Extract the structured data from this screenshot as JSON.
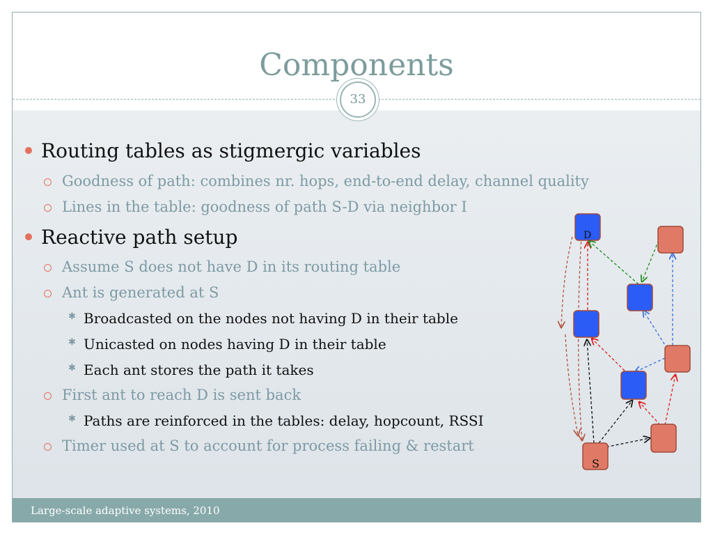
{
  "slide": {
    "title": "Components",
    "number": "33",
    "footer": "Large-scale adaptive systems, 2010"
  },
  "bullets": [
    {
      "level": 1,
      "text": "Routing tables as stigmergic variables"
    },
    {
      "level": 2,
      "text": "Goodness of path: combines nr. hops, end-to-end delay, channel quality"
    },
    {
      "level": 2,
      "text": "Lines in the table: goodness of path S-D via neighbor I"
    },
    {
      "level": 1,
      "text": "Reactive path setup"
    },
    {
      "level": 2,
      "text": "Assume S does not have D in its routing table"
    },
    {
      "level": 2,
      "text": "Ant is generated at S"
    },
    {
      "level": 3,
      "text": "Broadcasted on the nodes not having D in their table"
    },
    {
      "level": 3,
      "text": "Unicasted on nodes having D in their table"
    },
    {
      "level": 3,
      "text": "Each ant stores the path it takes"
    },
    {
      "level": 2,
      "text": "First ant to reach D is sent back"
    },
    {
      "level": 3,
      "text": "Paths are reinforced in the tables: delay, hopcount, RSSI"
    },
    {
      "level": 2,
      "text": "Timer used at S to account for process failing & restart"
    }
  ],
  "diagram": {
    "node_labels": {
      "destination": "D",
      "source": "S"
    },
    "colors": {
      "blue_node": "#2b5cf5",
      "red_node": "#e07a66",
      "node_border": "#a04a3c",
      "edge_red": "#e01b1b",
      "edge_green": "#1b8a1b",
      "edge_blue": "#3a6ee0",
      "edge_black": "#111111",
      "edge_brown": "#b5533f"
    }
  }
}
